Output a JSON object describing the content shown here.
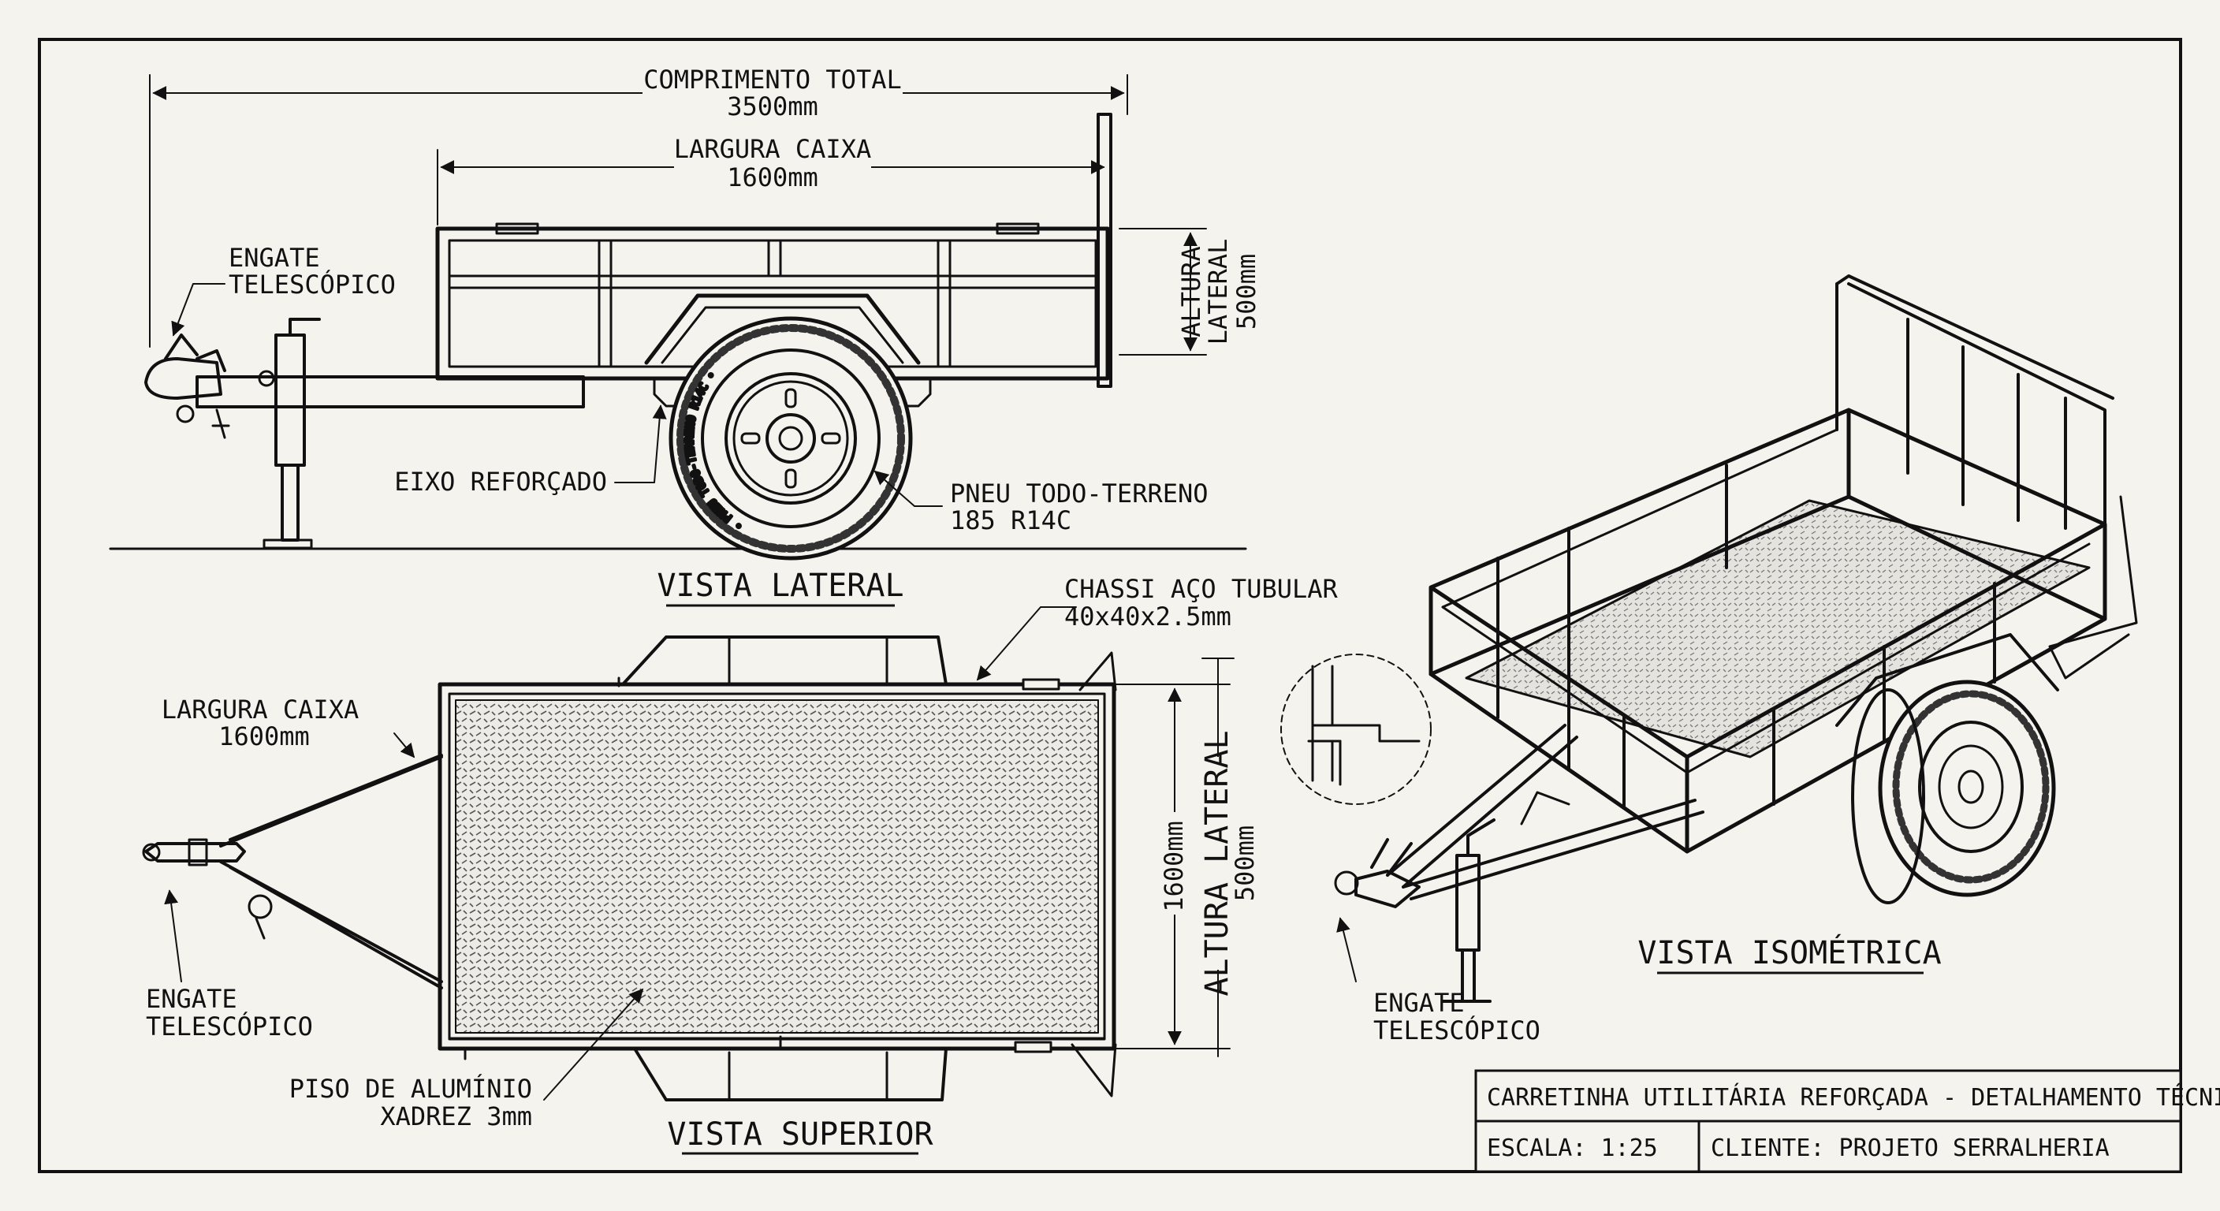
{
  "labels": {
    "comprimento_total": "COMPRIMENTO TOTAL",
    "comprimento_valor": "3500mm",
    "largura_caixa": "LARGURA CAIXA",
    "largura_valor": "1600mm",
    "altura": "ALTURA",
    "lateral": "LATERAL",
    "altura_valor": "500mm",
    "engate_1": "ENGATE",
    "engate_2": "TELESCÓPICO",
    "eixo": "EIXO REFORÇADO",
    "pneu_1": "PNEU TODO-TERRENO",
    "pneu_2": "185 R14C",
    "chassi_1": "CHASSI AÇO TUBULAR",
    "chassi_2": "40x40x2.5mm",
    "top_largura": "LARGURA CAIXA",
    "top_largura_valor": "1600mm",
    "top_dim_1600": "1600mm",
    "top_altura_lateral": "ALTURA LATERAL",
    "top_altura_valor": "500mm",
    "piso_1": "PISO DE ALUMÍNIO",
    "piso_2": "XADREZ 3mm",
    "tire_text": "• PNEU TODO-TERRENO R14C •"
  },
  "views": {
    "lateral": "VISTA LATERAL",
    "superior": "VISTA SUPERIOR",
    "isometrica": "VISTA ISOMÉTRICA"
  },
  "title_block": {
    "title": "CARRETINHA UTILITÁRIA REFORÇADA - DETALHAMENTO TÉCNICO",
    "scale": "ESCALA: 1:25",
    "client": "CLIENTE: PROJETO SERRALHERIA"
  },
  "colors": {
    "ink": "#111111",
    "paper": "#f4f3ee",
    "tread": "#d9d9d4"
  }
}
